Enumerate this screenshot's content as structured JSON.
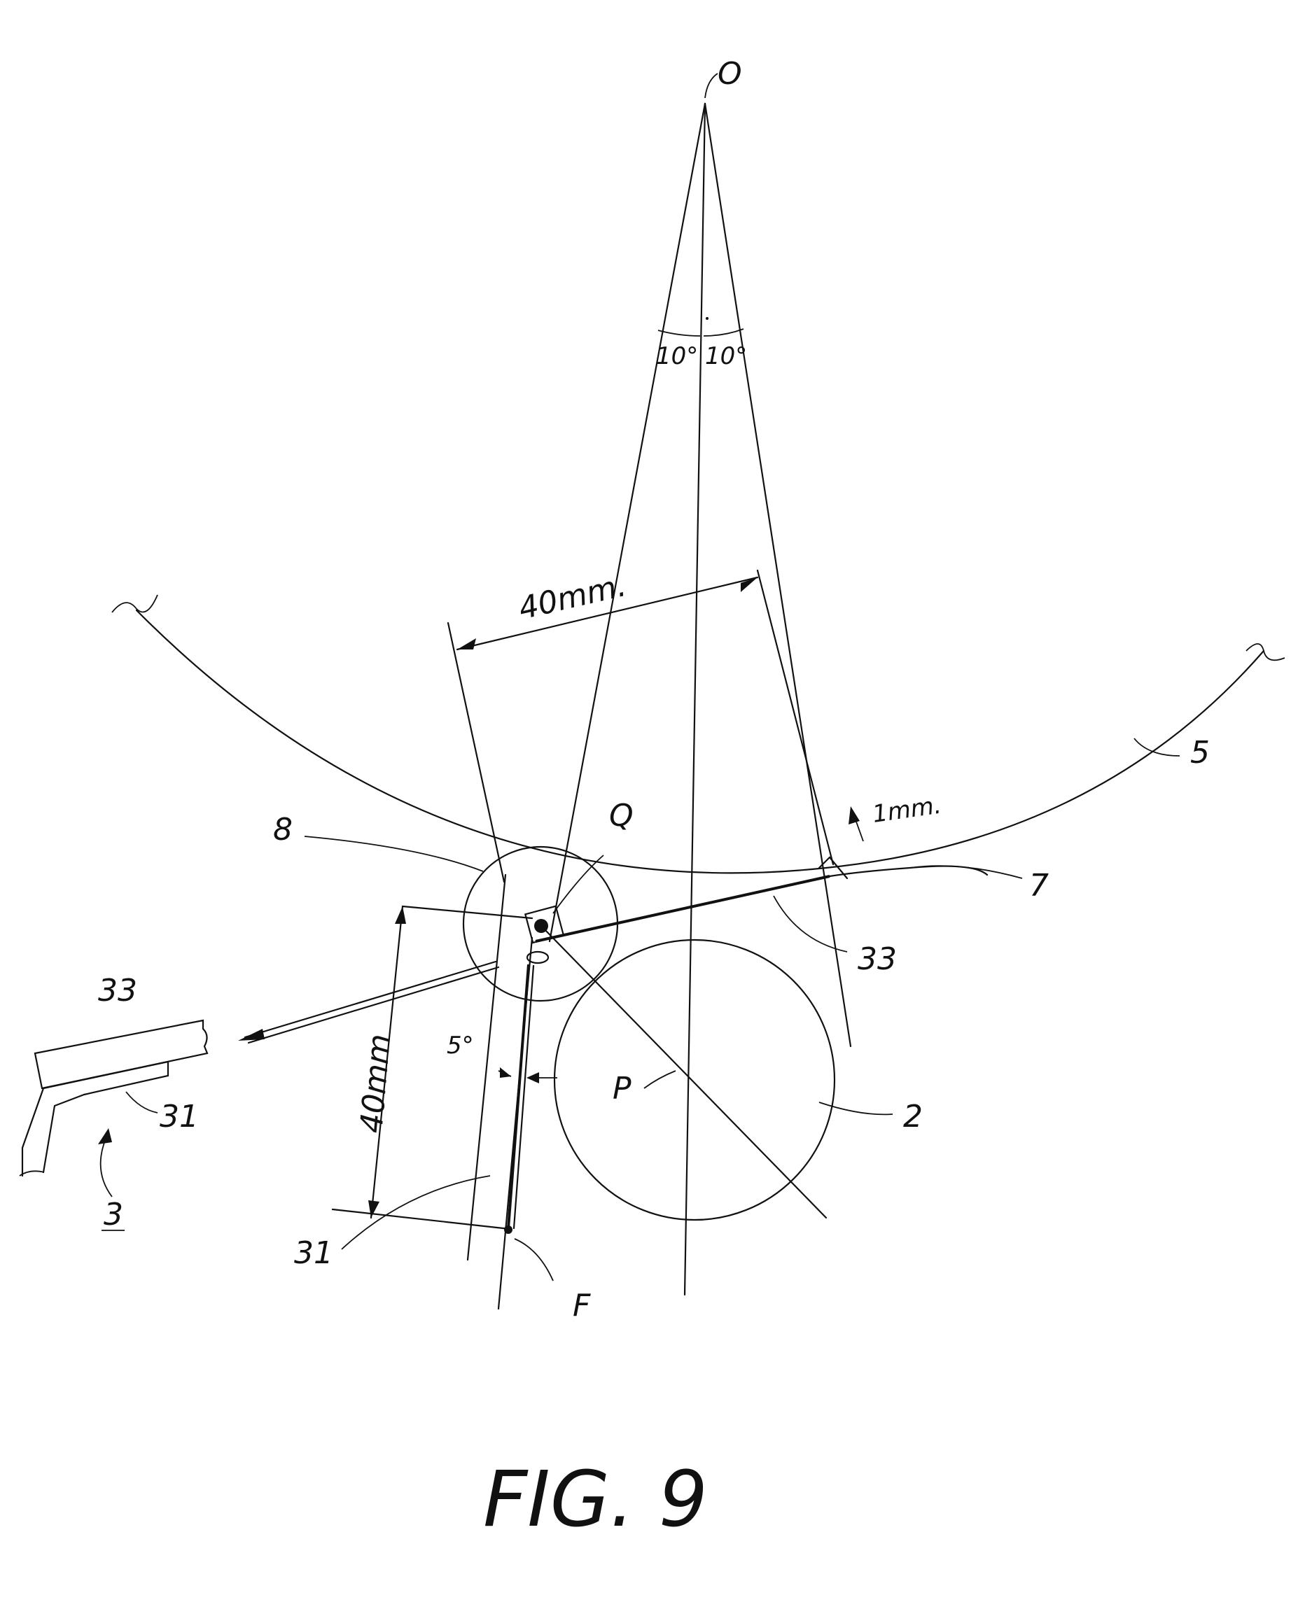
{
  "figure": {
    "title": "FIG. 9",
    "labels": {
      "O": "O",
      "Q": "Q",
      "P": "P",
      "F": "F",
      "angle_left": "10°",
      "angle_right": "10°",
      "angle_small": "5°",
      "dim_top": "40mm.",
      "dim_left": "40mm",
      "dim_gap": "1mm.",
      "ref_5": "5",
      "ref_7": "7",
      "ref_8": "8",
      "ref_2": "2",
      "ref_33_right": "33",
      "ref_33_left": "33",
      "ref_31_left": "31",
      "ref_31_bottom": "31",
      "ref_3": "3"
    }
  }
}
